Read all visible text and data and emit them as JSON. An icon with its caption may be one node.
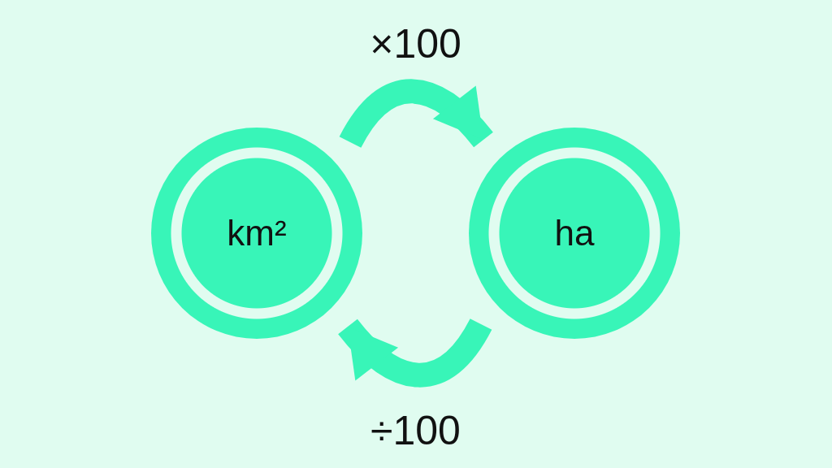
{
  "diagram": {
    "nodes": [
      {
        "text": [
          "km²"
        ]
      },
      {
        "text": [
          "ha"
        ]
      }
    ],
    "edges": [
      {
        "from": 0,
        "to": 1,
        "arrow": "to",
        "label": "×100"
      },
      {
        "from": 1,
        "to": 0,
        "arrow": "to",
        "label": "÷100"
      }
    ]
  }
}
